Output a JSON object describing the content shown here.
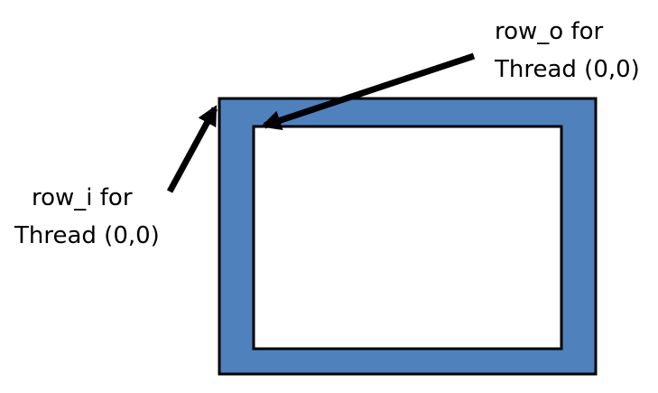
{
  "diagram": {
    "labels": {
      "row_o": {
        "line1": "row_o for",
        "line2": "Thread (0,0)"
      },
      "row_i": {
        "line1": "row_i for",
        "line2": "Thread (0,0)"
      }
    },
    "colors": {
      "outer_fill": "#4f81bd",
      "inner_fill": "#ffffff",
      "stroke": "#000000",
      "arrow": "#000000"
    }
  }
}
